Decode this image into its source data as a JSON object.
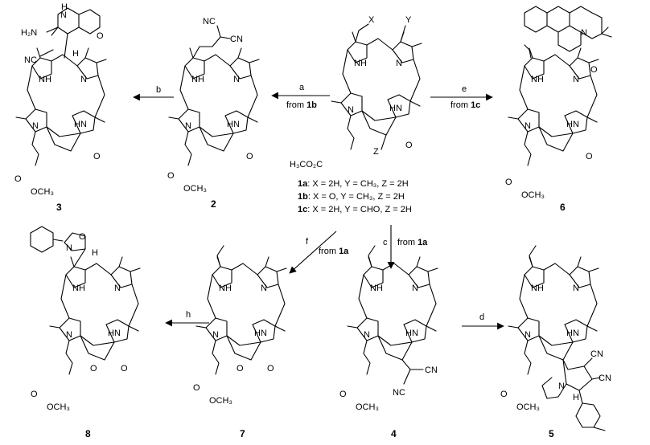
{
  "compounds": [
    {
      "id": "c3",
      "number": "3",
      "labels": [
        "H₂N",
        "N",
        "H",
        "NC",
        "H",
        "O",
        "NH",
        "N",
        "N",
        "HN",
        "O",
        "O",
        "OCH₃"
      ]
    },
    {
      "id": "c2",
      "number": "2",
      "labels": [
        "NC",
        "CN",
        "NH",
        "N",
        "N",
        "HN",
        "O",
        "O",
        "OCH₃"
      ]
    },
    {
      "id": "c1",
      "number": "",
      "labels": [
        "X",
        "Y",
        "NH",
        "N",
        "N",
        "HN",
        "Z",
        "O",
        "H₃CO₂C"
      ]
    },
    {
      "id": "c6",
      "number": "6",
      "labels": [
        "N",
        "O",
        "NH",
        "N",
        "N",
        "HN",
        "O",
        "O",
        "OCH₃"
      ]
    },
    {
      "id": "c8",
      "number": "8",
      "labels": [
        "N",
        "O",
        "H",
        "NH",
        "N",
        "N",
        "HN",
        "O",
        "O",
        "O",
        "OCH₃"
      ]
    },
    {
      "id": "c7",
      "number": "7",
      "labels": [
        "NH",
        "N",
        "N",
        "HN",
        "O",
        "O",
        "O",
        "OCH₃"
      ]
    },
    {
      "id": "c4",
      "number": "4",
      "labels": [
        "NH",
        "N",
        "N",
        "HN",
        "CN",
        "NC",
        "O",
        "OCH₃"
      ]
    },
    {
      "id": "c5",
      "number": "5",
      "labels": [
        "NH",
        "N",
        "N",
        "HN",
        "CN",
        "CN",
        "N",
        "H",
        "O",
        "OCH₃"
      ]
    }
  ],
  "definitions": {
    "d1a": {
      "name": "1a",
      "text": ": X = 2H, Y = CH₃, Z = 2H"
    },
    "d1b": {
      "name": "1b",
      "text": ": X = O, Y = CH₃, Z = 2H"
    },
    "d1c": {
      "name": "1c",
      "text": ": X = 2H, Y = CHO, Z = 2H"
    }
  },
  "steps": {
    "a": {
      "letter": "a",
      "from_text": "from ",
      "from_ref": "1b"
    },
    "b": {
      "letter": "b"
    },
    "c": {
      "letter": "c",
      "from_text": "from ",
      "from_ref": "1a"
    },
    "d": {
      "letter": "d"
    },
    "e": {
      "letter": "e",
      "from_text": "from ",
      "from_ref": "1c"
    },
    "f": {
      "letter": "f",
      "from_text": "from ",
      "from_ref": "1a"
    },
    "h": {
      "letter": "h"
    }
  }
}
